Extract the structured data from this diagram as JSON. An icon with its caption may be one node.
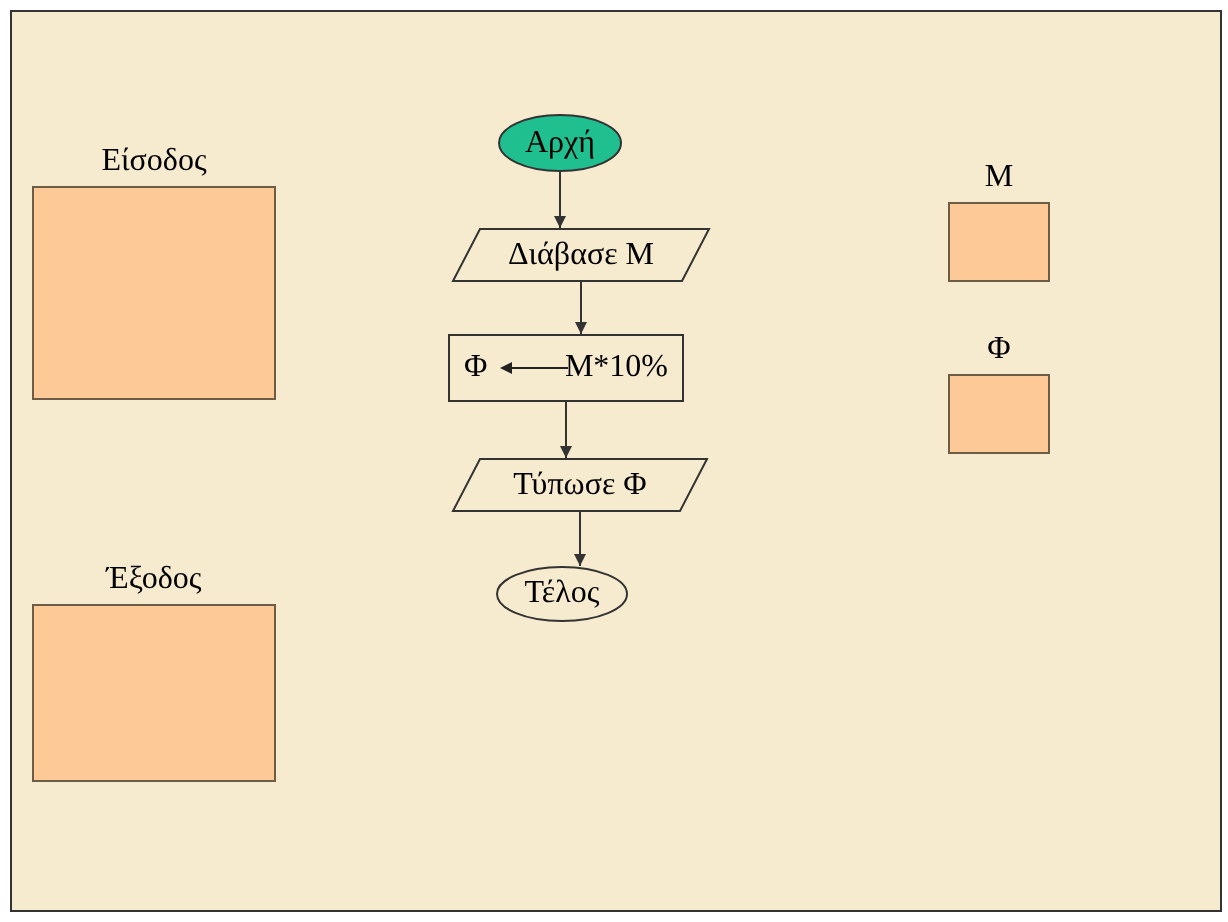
{
  "diagram": {
    "nodes": [
      {
        "text": [
          "Είσοδος"
        ]
      },
      {
        "text": [
          "Έξοδος"
        ]
      },
      {
        "text": [
          "Αρχή"
        ]
      },
      {
        "text": [
          "Διάβασε Μ"
        ]
      },
      {
        "text": [
          "Φ",
          "Μ*10%"
        ]
      },
      {
        "text": [
          "Τύπωσε Φ"
        ]
      },
      {
        "text": [
          "Τέλος"
        ]
      },
      {
        "text": [
          "Μ"
        ]
      },
      {
        "text": [
          "Φ"
        ]
      }
    ],
    "edges": [
      {
        "from": 2,
        "to": 3,
        "arrow": "to"
      },
      {
        "from": 3,
        "to": 4,
        "arrow": "to"
      },
      {
        "from": 4,
        "to": 5,
        "arrow": "to"
      },
      {
        "from": 5,
        "to": 6,
        "arrow": "to"
      }
    ]
  }
}
